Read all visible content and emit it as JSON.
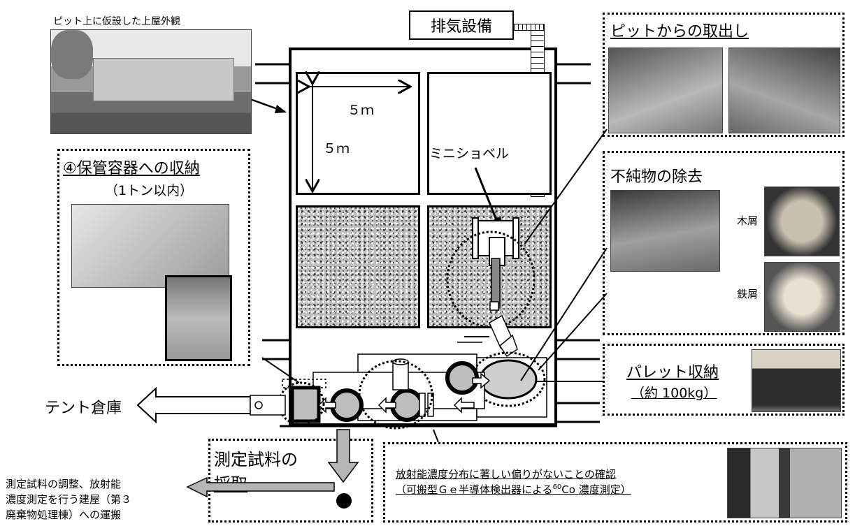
{
  "top_left_caption": "ピット上に仮設した上屋外観",
  "exhaust_label": "排気設備",
  "pit": {
    "dim_horizontal": "５ｍ",
    "dim_vertical": "５ｍ",
    "mini_shovel_label": "ミニショベル"
  },
  "storage": {
    "title": "④保管容器への収納",
    "subtitle": "（1トン以内）"
  },
  "pit_extraction": {
    "title": "ピットからの取出し"
  },
  "impurity": {
    "title": "不純物の除去",
    "wood_label": "木屑",
    "iron_label": "鉄屑"
  },
  "pallet": {
    "title": "パレット収納",
    "subtitle": "（約 100kg）"
  },
  "tent_label": "テント倉庫",
  "sampling": {
    "title_line1": "測定試料の",
    "title_line2": "採取"
  },
  "transport_text": {
    "line1": "測定試料の調整、放射能",
    "line2": "濃度測定を行う建屋（第３",
    "line3": "廃棄物処理棟）への運搬"
  },
  "confirmation": {
    "line1": "放射能濃度分布に著しい偏りがないことの確認",
    "line2_pre": "（可搬型Ｇｅ半導体検出器による",
    "line2_sup": "60",
    "line2_post": "Co 濃度測定）"
  }
}
